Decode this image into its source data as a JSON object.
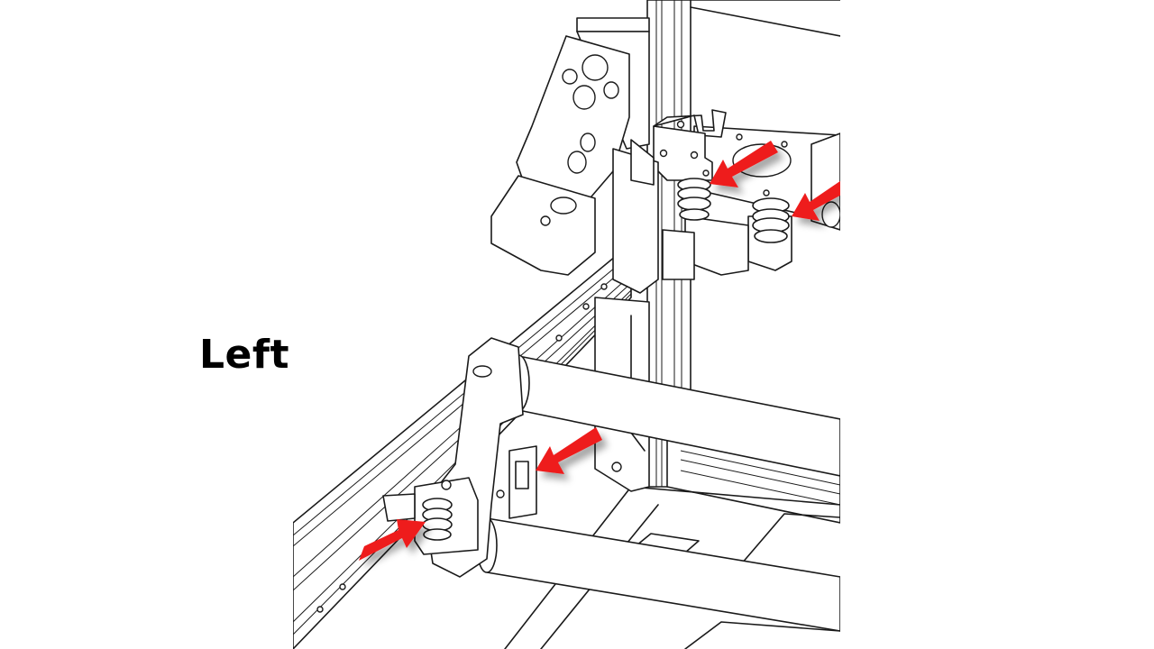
{
  "figure": {
    "label": "Left",
    "arrow_color": "#ee1c1c",
    "line_color": "#1a1a1a",
    "background": "#ffffff",
    "callouts": [
      {
        "name": "upper-left-bearing-arrow"
      },
      {
        "name": "upper-right-bearing-arrow"
      },
      {
        "name": "middle-bearing-arrow"
      },
      {
        "name": "lower-bearing-arrow"
      }
    ]
  }
}
